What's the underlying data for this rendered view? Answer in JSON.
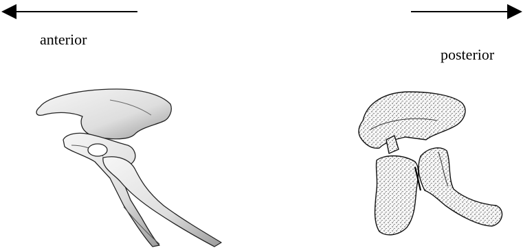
{
  "labels": {
    "anterior": "anterior",
    "posterior": "posterior"
  },
  "colors": {
    "ink": "#000000",
    "bone_fill": "#f3f3f3",
    "bone_shade": "#9a9a9a",
    "background": "#ffffff"
  },
  "icons": {
    "left_arrow": "arrow-left-icon",
    "right_arrow": "arrow-right-icon"
  },
  "figures": [
    {
      "name": "pelvis-illustration-left"
    },
    {
      "name": "pelvis-illustration-right"
    }
  ]
}
